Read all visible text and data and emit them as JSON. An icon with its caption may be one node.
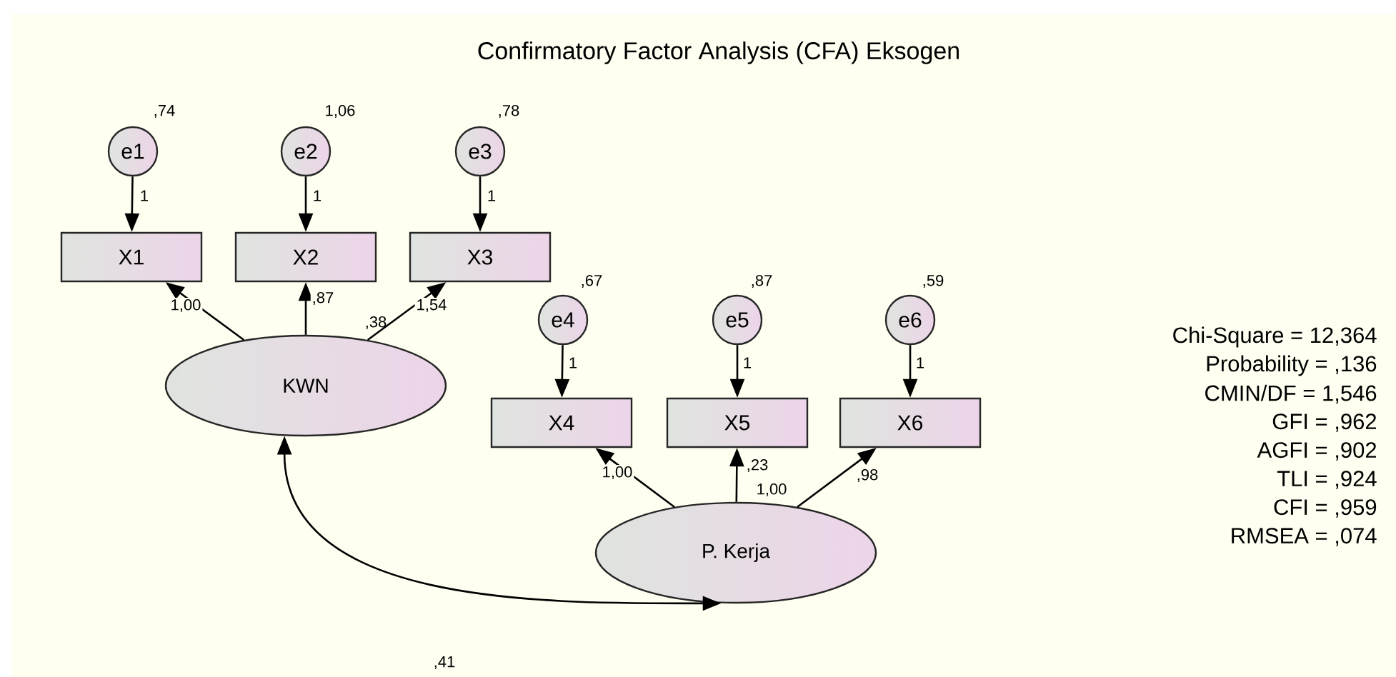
{
  "diagram": {
    "title": "Confirmatory Factor Analysis (CFA) Eksogen",
    "nodes": [
      {
        "text": [
          "e1"
        ],
        "beside": [
          ",74"
        ]
      },
      {
        "text": [
          "e2"
        ],
        "beside": [
          "1,06"
        ]
      },
      {
        "text": [
          "e3"
        ],
        "beside": [
          ",78"
        ]
      },
      {
        "text": [
          "e4"
        ],
        "beside": [
          ",67"
        ]
      },
      {
        "text": [
          "e5"
        ],
        "beside": [
          ",87"
        ]
      },
      {
        "text": [
          "e6"
        ],
        "beside": [
          ",59"
        ]
      },
      {
        "text": [
          "X1"
        ]
      },
      {
        "text": [
          "X2"
        ]
      },
      {
        "text": [
          "X3"
        ]
      },
      {
        "text": [
          "X4"
        ]
      },
      {
        "text": [
          "X5"
        ]
      },
      {
        "text": [
          "X6"
        ]
      },
      {
        "text": [
          "KWN"
        ],
        "beside": [
          ",38"
        ]
      },
      {
        "text": [
          "P. Kerja"
        ],
        "beside": [
          "1,00"
        ]
      }
    ],
    "edges": [
      {
        "from": 0,
        "to": 6,
        "arrow": "to",
        "label": "1"
      },
      {
        "from": 1,
        "to": 7,
        "arrow": "to",
        "label": "1"
      },
      {
        "from": 2,
        "to": 8,
        "arrow": "to",
        "label": "1"
      },
      {
        "from": 3,
        "to": 9,
        "arrow": "to",
        "label": "1"
      },
      {
        "from": 4,
        "to": 10,
        "arrow": "to",
        "label": "1"
      },
      {
        "from": 5,
        "to": 11,
        "arrow": "to",
        "label": "1"
      },
      {
        "from": 12,
        "to": 6,
        "arrow": "to",
        "label": "1,00"
      },
      {
        "from": 12,
        "to": 7,
        "arrow": "to",
        "label": ",87"
      },
      {
        "from": 12,
        "to": 8,
        "arrow": "to",
        "label": "1,54"
      },
      {
        "from": 13,
        "to": 9,
        "arrow": "to",
        "label": "1,00"
      },
      {
        "from": 13,
        "to": 10,
        "arrow": "to",
        "label": ",23"
      },
      {
        "from": 13,
        "to": 11,
        "arrow": "to",
        "label": ",98"
      },
      {
        "from": 12,
        "to": 13,
        "arrow": "both",
        "label": ",41"
      }
    ],
    "labels": [
      "Chi-Square  = 12,364",
      "Probability = ,136",
      "CMIN/DF = 1,546",
      "GFI = ,962",
      "AGFI = ,902",
      "TLI = ,924",
      "CFI = ,959",
      "RMSEA = ,074"
    ]
  }
}
